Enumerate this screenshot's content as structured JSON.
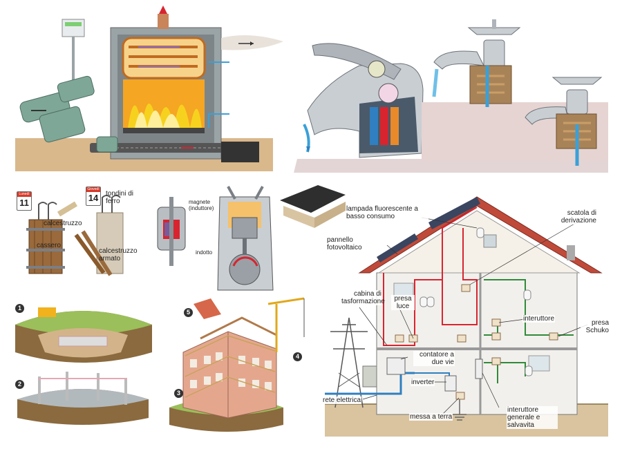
{
  "calendar": {
    "day1": {
      "weekday": "Lunedì",
      "number": "11"
    },
    "day2": {
      "weekday": "Giovedì",
      "number": "14"
    }
  },
  "labels": {
    "tondini": "tondini di ferro",
    "calcestruzzo": "calcestruzzo",
    "cassero": "cassero",
    "calcestruzzo_armato": "calcestruzzo armato",
    "magnete": "magnete (induttore)",
    "indotto": "indotto",
    "lampada": "lampada fluorescente a basso consumo",
    "pannello": "pannello fotovoltaico",
    "scatola": "scatola di derivazione",
    "cabina": "cabina di tasformazione",
    "presa_luce": "presa luce",
    "interuttore": "interuttore",
    "presa_schuko": "presa Schuko",
    "contatore": "contatore a due vie",
    "inverter": "inverter",
    "rete": "rete elettrica",
    "messa_terra": "messa a terra",
    "int_generale": "interuttore generale e salvavita"
  },
  "steps": [
    "1",
    "2",
    "3",
    "4",
    "5"
  ],
  "colors": {
    "fire": "#f39a1e",
    "wire_red": "#d8242f",
    "wire_green": "#2f8a3a",
    "wire_blue": "#2f7fc1",
    "water": "#3aa0d8",
    "ground": "#c9a77a",
    "roof": "#c04a3a"
  }
}
